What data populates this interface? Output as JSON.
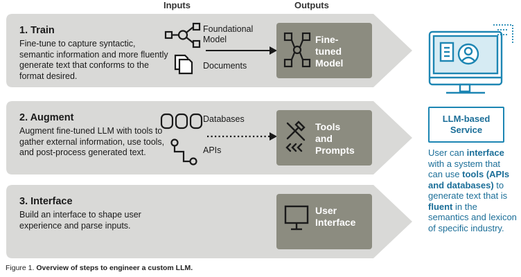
{
  "headers": {
    "inputs": "Inputs",
    "outputs": "Outputs"
  },
  "steps": [
    {
      "title": "1.  Train",
      "desc": "Fine-tune to capture syntactic, semantic information and more fluently generate text that conforms to the format desired.",
      "inputs": [
        "Foundational Model",
        "Documents"
      ],
      "output": "Fine-tuned Model",
      "connector": "solid-arrow"
    },
    {
      "title": "2.  Augment",
      "desc": "Augment fine-tuned LLM with tools to gather external information, use tools, and post-process generated text.",
      "inputs": [
        "Databases",
        "APIs"
      ],
      "output": "Tools and Prompts",
      "connector": "dotted-arrow"
    },
    {
      "title": "3.  Interface",
      "desc": "Build an interface to shape user experience and parse inputs.",
      "inputs": [],
      "output": "User Interface"
    }
  ],
  "service": {
    "title": "LLM-based Service",
    "parts": [
      {
        "text": "User can ",
        "bold": false
      },
      {
        "text": "interface",
        "bold": true
      },
      {
        "text": " with a system that can use ",
        "bold": false
      },
      {
        "text": "tools (APIs and databases)",
        "bold": true
      },
      {
        "text": " to generate text that is ",
        "bold": false
      },
      {
        "text": "fluent",
        "bold": true
      },
      {
        "text": " in the semantics and lexicon of specific industry.",
        "bold": false
      }
    ]
  },
  "caption": {
    "prefix": "Figure 1. ",
    "title": "Overview of steps to engineer a custom LLM."
  },
  "colors": {
    "band": "#d9d9d7",
    "output_box": "#8c8c80",
    "accent": "#1d86b3",
    "icon_dark": "#1a1a1a"
  },
  "icons": [
    "network-icon",
    "documents-icon",
    "databases-icon",
    "api-icon",
    "node-graph-icon",
    "tools-icon",
    "monitor-icon",
    "user-monitor-icon"
  ]
}
